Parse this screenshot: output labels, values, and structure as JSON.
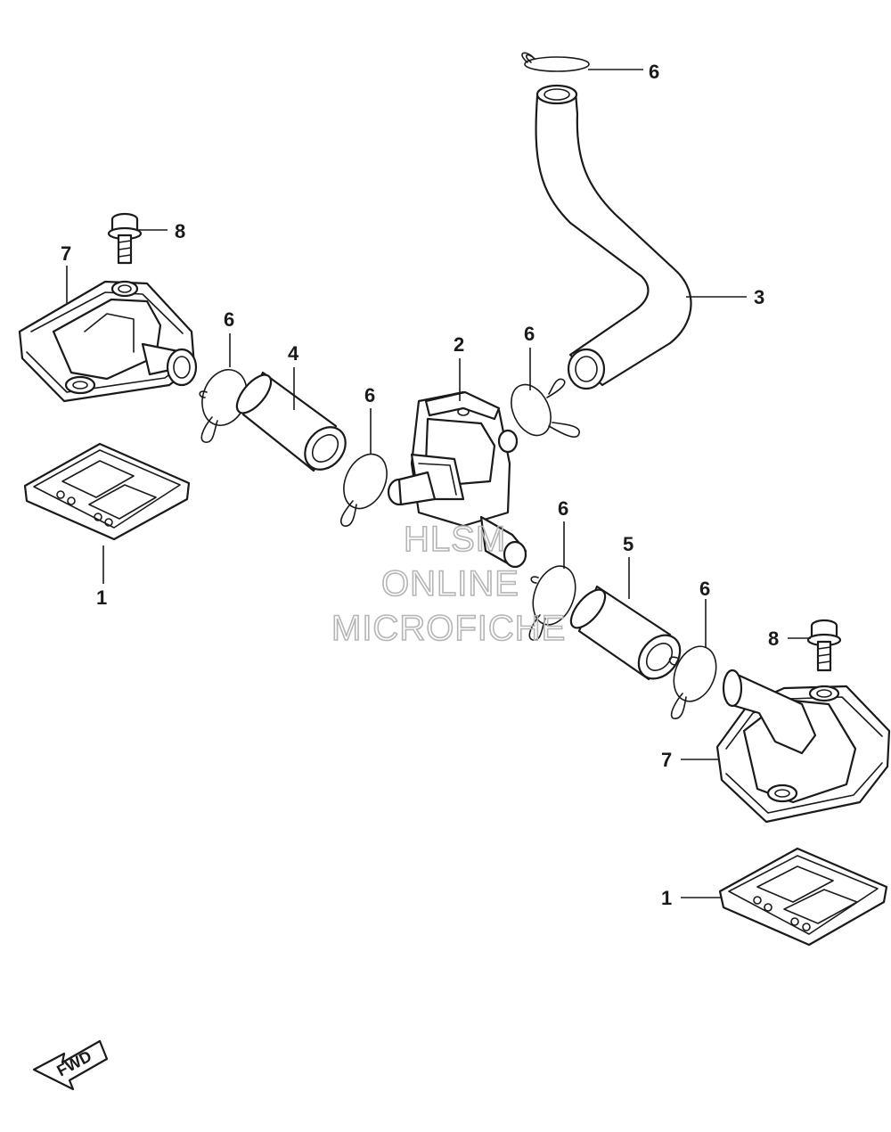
{
  "callouts": [
    {
      "id": "c6-top",
      "label": "6"
    },
    {
      "id": "c8-left",
      "label": "8"
    },
    {
      "id": "c7-left",
      "label": "7"
    },
    {
      "id": "c6-left",
      "label": "6"
    },
    {
      "id": "c4",
      "label": "4"
    },
    {
      "id": "c2",
      "label": "2"
    },
    {
      "id": "c6-mid-upper",
      "label": "6"
    },
    {
      "id": "c3",
      "label": "3"
    },
    {
      "id": "c6-mid",
      "label": "6"
    },
    {
      "id": "c1-left",
      "label": "1"
    },
    {
      "id": "c6-lower",
      "label": "6"
    },
    {
      "id": "c5",
      "label": "5"
    },
    {
      "id": "c6-right",
      "label": "6"
    },
    {
      "id": "c8-right",
      "label": "8"
    },
    {
      "id": "c7-right",
      "label": "7"
    },
    {
      "id": "c1-right",
      "label": "1"
    }
  ],
  "watermark": {
    "line1": "HLSM",
    "line2": "ONLINE",
    "line3": "MICROFICHE"
  },
  "fwd_label": "FWD"
}
